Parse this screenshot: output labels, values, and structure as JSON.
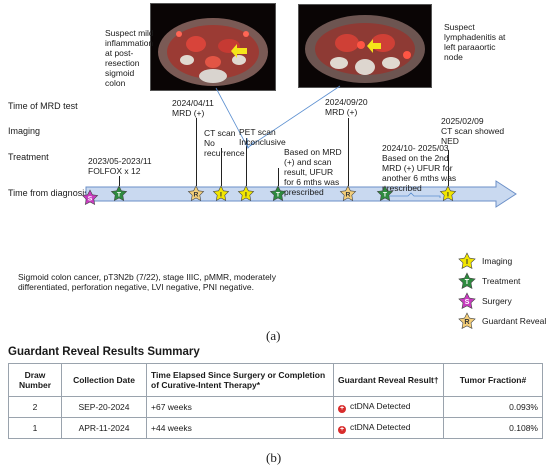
{
  "figure": {
    "panel_a_caption": "(a)",
    "panel_b_caption": "(b)"
  },
  "ct_images": {
    "left_caption": "Suspect mild inflammation at post-resection sigmoid colon",
    "right_caption": "Suspect lymphadenitis at left paraaortic node"
  },
  "rows": {
    "mrd_label": "Time of MRD test",
    "imaging_label": "Imaging",
    "treatment_label": "Treatment",
    "timeline_label": "Time from diagnosis"
  },
  "events": {
    "folfox": "2023/05-2023/11\nFOLFOX x 12",
    "mrd1": "2024/04/11\nMRD (+)",
    "ct1": "CT scan\nNo\nrecurrence",
    "pet": "PET scan\nInconclusive",
    "ufur1": "Based on MRD\n(+) and scan\nresult, UFUR\nfor 6 mths was\nprescribed",
    "mrd2": "2024/09/20\nMRD (+)",
    "ufur2": "2024/10- 2025/03\nBased on the 2nd\nMRD (+) UFUR for\nanother 6 mths was\nprescribed",
    "ct2": "2025/02/09\nCT scan showed\nNED"
  },
  "diagnosis_text": "Sigmoid colon cancer, pT3N2b (7/22), stage IIIC, pMMR, moderately differentiated, perforation negative, LVI negative, PNI negative.",
  "legend": [
    {
      "label": "Imaging",
      "letter": "I",
      "color": "#f2e600",
      "icon": "imaging-star-icon"
    },
    {
      "label": "Treatment",
      "letter": "T",
      "color": "#2e8b3e",
      "icon": "treatment-star-icon"
    },
    {
      "label": "Surgery",
      "letter": "S",
      "color": "#c83cc0",
      "icon": "surgery-star-icon"
    },
    {
      "label": "Guardant Reveal",
      "letter": "R",
      "color": "#f4cf7a",
      "icon": "reveal-star-icon"
    }
  ],
  "timeline_markers": [
    {
      "type": "S"
    },
    {
      "type": "T"
    },
    {
      "type": "R"
    },
    {
      "type": "I"
    },
    {
      "type": "I"
    },
    {
      "type": "T"
    },
    {
      "type": "R"
    },
    {
      "type": "T"
    },
    {
      "type": "I"
    }
  ],
  "results": {
    "title": "Guardant Reveal Results Summary",
    "headers": {
      "draw": "Draw Number",
      "date": "Collection Date",
      "elapsed": "Time Elapsed Since Surgery or Completion of Curative-Intent Therapy*",
      "result": "Guardant Reveal Result†",
      "fraction": "Tumor Fraction#"
    },
    "rows": [
      {
        "draw": "2",
        "date": "SEP-20-2024",
        "elapsed": "+67 weeks",
        "result": "ctDNA Detected",
        "fraction": "0.093%"
      },
      {
        "draw": "1",
        "date": "APR-11-2024",
        "elapsed": "+44 weeks",
        "result": "ctDNA Detected",
        "fraction": "0.108%"
      }
    ]
  },
  "colors": {
    "arrow_fill": "#c9d9f0",
    "arrow_stroke": "#6b8fc7",
    "detect_red": "#d82c2c",
    "pointer_yellow": "#f5e61a"
  }
}
